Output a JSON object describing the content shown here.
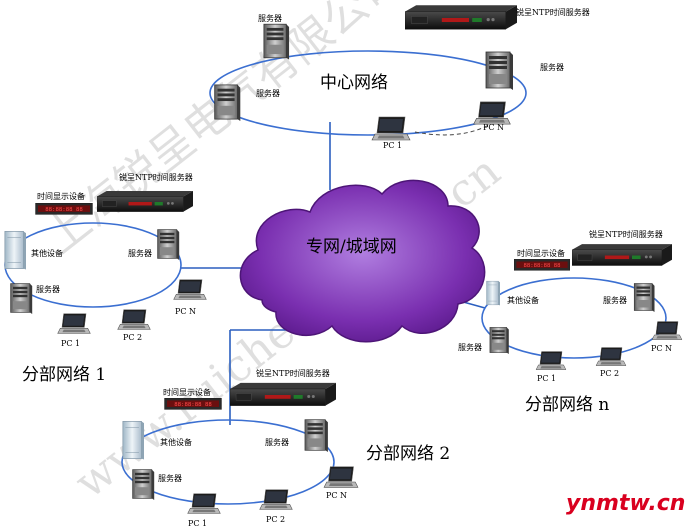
{
  "center": {
    "title": "中心网络",
    "server1": "服务器",
    "server2": "服务器",
    "server3": "服务器",
    "ntp": "锐呈NTP时间服务器",
    "pc1": "PC 1",
    "pcn": "PC N"
  },
  "cloud": {
    "label": "专网/城域网"
  },
  "branch1": {
    "title": "分部网络 1",
    "display": "时间显示设备",
    "ntp": "锐呈NTP时间服务器",
    "other": "其他设备",
    "server_a": "服务器",
    "server_b": "服务器",
    "pc1": "PC 1",
    "pc2": "PC 2",
    "pcn": "PC N"
  },
  "branch2": {
    "title": "分部网络 2",
    "display": "时间显示设备",
    "ntp": "锐呈NTP时间服务器",
    "other": "其他设备",
    "server_a": "服务器",
    "server_b": "服务器",
    "pc1": "PC 1",
    "pc2": "PC 2",
    "pcn": "PC N"
  },
  "branchn": {
    "title": "分部网络 n",
    "display": "时间显示设备",
    "ntp": "锐呈NTP时间服务器",
    "other": "其他设备",
    "server_a": "服务器",
    "server_b": "服务器",
    "pc1": "PC 1",
    "pc2": "PC 2",
    "pcn": "PC N"
  },
  "watermark": {
    "text1": "上海锐呈电气有限公司",
    "text2": "www.ruicheng-china.cn"
  },
  "site": "ynmtw.cn",
  "colors": {
    "cloud": "#7a2fb0",
    "ring": "#3b6fd1",
    "link": "#2b5fbf",
    "display_led": "#e23a3a"
  }
}
